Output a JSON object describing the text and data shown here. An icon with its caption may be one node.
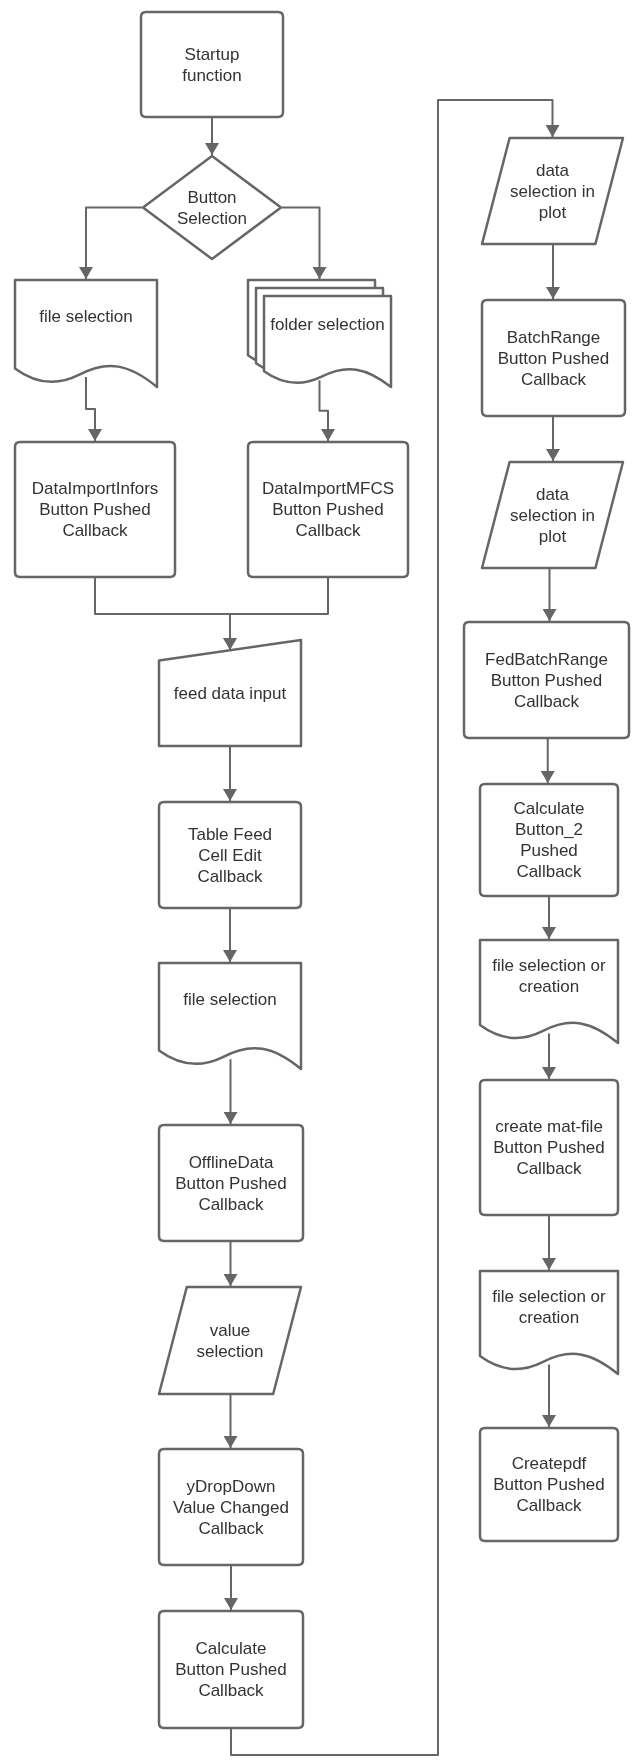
{
  "diagram": {
    "nodes": [
      {
        "text": [
          "Startup function"
        ]
      },
      {
        "text": [
          "Button Selection"
        ]
      },
      {
        "text": [
          "file selection"
        ]
      },
      {
        "text": [
          "folder selection"
        ]
      },
      {
        "text": [
          "DataImportInfors Button Pushed Callback"
        ]
      },
      {
        "text": [
          "DataImportMFCS Button Pushed Callback"
        ]
      },
      {
        "text": [
          "feed data input"
        ]
      },
      {
        "text": [
          "Table Feed Cell Edit Callback"
        ]
      },
      {
        "text": [
          "file selection"
        ]
      },
      {
        "text": [
          "OfflineData Button Pushed Callback"
        ]
      },
      {
        "text": [
          "value selection"
        ]
      },
      {
        "text": [
          "yDropDown Value Changed Callback"
        ]
      },
      {
        "text": [
          "Calculate Button Pushed Callback"
        ]
      },
      {
        "text": [
          "data selection in plot"
        ]
      },
      {
        "text": [
          "BatchRange Button Pushed Callback"
        ]
      },
      {
        "text": [
          "data selection in plot"
        ]
      },
      {
        "text": [
          "FedBatchRange Button Pushed Callback"
        ]
      },
      {
        "text": [
          "Calculate Button_2 Pushed Callback"
        ]
      },
      {
        "text": [
          "file selection or creation"
        ]
      },
      {
        "text": [
          "create mat-file Button Pushed Callback"
        ]
      },
      {
        "text": [
          "file selection or creation"
        ]
      },
      {
        "text": [
          "Createpdf Button Pushed Callback"
        ]
      }
    ],
    "edges": [
      {
        "from": 0,
        "to": 1,
        "arrow": "to"
      },
      {
        "from": 1,
        "to": 2,
        "arrow": "to"
      },
      {
        "from": 1,
        "to": 3,
        "arrow": "to"
      },
      {
        "from": 2,
        "to": 4,
        "arrow": "to"
      },
      {
        "from": 3,
        "to": 5,
        "arrow": "to"
      },
      {
        "from": 4,
        "to": 6,
        "arrow": "to"
      },
      {
        "from": 5,
        "to": 6,
        "arrow": "to"
      },
      {
        "from": 6,
        "to": 7,
        "arrow": "to"
      },
      {
        "from": 7,
        "to": 8,
        "arrow": "to"
      },
      {
        "from": 8,
        "to": 9,
        "arrow": "to"
      },
      {
        "from": 9,
        "to": 10,
        "arrow": "to"
      },
      {
        "from": 10,
        "to": 11,
        "arrow": "to"
      },
      {
        "from": 11,
        "to": 12,
        "arrow": "to"
      },
      {
        "from": 12,
        "to": 13,
        "arrow": "to"
      },
      {
        "from": 13,
        "to": 14,
        "arrow": "to"
      },
      {
        "from": 14,
        "to": 15,
        "arrow": "to"
      },
      {
        "from": 15,
        "to": 16,
        "arrow": "to"
      },
      {
        "from": 16,
        "to": 17,
        "arrow": "to"
      },
      {
        "from": 17,
        "to": 18,
        "arrow": "to"
      },
      {
        "from": 18,
        "to": 19,
        "arrow": "to"
      },
      {
        "from": 19,
        "to": 20,
        "arrow": "to"
      },
      {
        "from": 20,
        "to": 21,
        "arrow": "to"
      }
    ]
  }
}
